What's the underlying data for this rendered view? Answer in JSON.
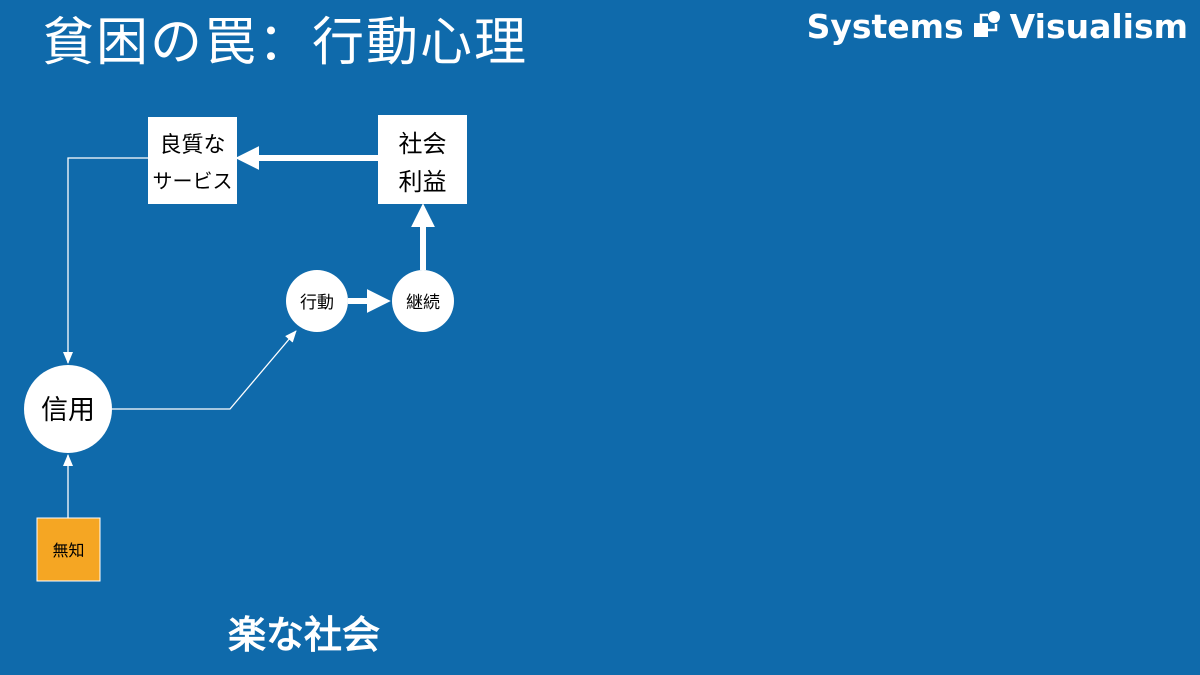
{
  "header": {
    "title": "貧困の罠：行動心理",
    "brand_left": "Systems",
    "brand_right": "Visualism"
  },
  "diagram": {
    "nodes": {
      "good_service": {
        "line1": "良質な",
        "line2": "サービス"
      },
      "social_benefit": {
        "line1": "社会",
        "line2": "利益"
      },
      "action": {
        "label": "行動"
      },
      "continuation": {
        "label": "継続"
      },
      "trust": {
        "label": "信用"
      },
      "ignorance": {
        "label": "無知"
      }
    }
  },
  "footer": {
    "label": "楽な社会"
  },
  "colors": {
    "background": "#0f6aab",
    "node_fill": "#ffffff",
    "highlight_node": "#f5a623",
    "arrow": "#ffffff"
  }
}
